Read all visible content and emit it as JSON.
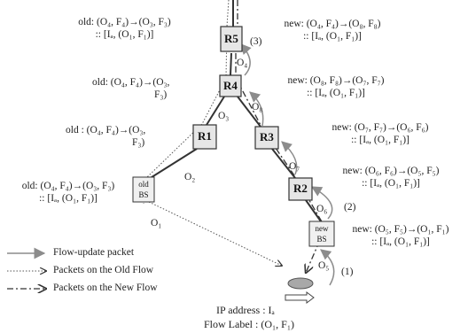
{
  "nodes": {
    "r5": "R5",
    "r4": "R4",
    "r1": "R1",
    "r3": "R3",
    "r2": "R2",
    "old_bs": [
      "old",
      "BS"
    ],
    "new_bs": [
      "new",
      "BS"
    ]
  },
  "links": {
    "o1": "O₁",
    "o2": "O₂",
    "o3": "O₃",
    "o4": "O₄",
    "o5": "O₅",
    "o6": "O₆",
    "o7": "O₇",
    "o8": "O₈"
  },
  "steps": {
    "s1": "(1)",
    "s2": "(2)",
    "s3": "(3)"
  },
  "annotations": {
    "old_r5": [
      "old: (O₄, F₄)→(O₃, F₃)",
      ":: [Iₐ, (O₁, F₁)]"
    ],
    "old_r4": [
      "old: (O₄, F₄)→(O₃,",
      "F₃)"
    ],
    "old_r1": [
      "old : (O₄, F₄)→(O₃,",
      "F₃)"
    ],
    "old_bs": [
      "old: (O₄, F₄)→(O₃, F₃)",
      ":: [Iₐ, (O₁, F₁)]"
    ],
    "new_r5": [
      "new: (O₄, F₄)→(O₈, F₈)",
      ":: [Iₐ, (O₁, F₁)]"
    ],
    "new_r4": [
      "new: (O₈, F₈)→(O₇, F₇)",
      ":: [Iₐ, (O₁, F₁)]"
    ],
    "new_r3": [
      "new: (O₇, F₇)→(O₆, F₆)",
      ":: [Iₐ, (O₁, F₁)]"
    ],
    "new_r2": [
      "new: (O₆, F₆)→(O₅, F₅)",
      ":: [Iₐ, (O₁, F₁)]"
    ],
    "new_bs": [
      "new: (O₅, F₅)→(O₁, F₁)",
      ":: [Iₐ, (O₁, F₁)]"
    ]
  },
  "legend": {
    "flow_update": "Flow-update packet",
    "old_flow": "Packets on the Old Flow",
    "new_flow": "Packets on the New Flow"
  },
  "mobile": {
    "ip_address": "IP address : Iₐ",
    "flow_label": "Flow Label : (O₁, F₁)"
  },
  "colors": {
    "line": "#333333",
    "node_fill": "#e6e6e6",
    "gray_arrow": "#8c8c8c"
  }
}
